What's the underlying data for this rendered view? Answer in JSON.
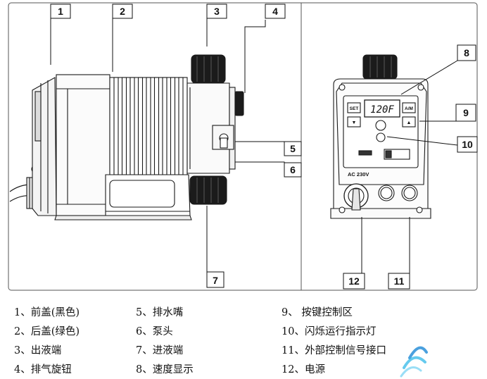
{
  "diagram": {
    "callouts": [
      "1",
      "2",
      "3",
      "4",
      "5",
      "6",
      "7",
      "8",
      "9",
      "10",
      "11",
      "12"
    ],
    "display_text": "120F",
    "keys": {
      "set": "SET",
      "am": "A/M",
      "down": "▼",
      "up": "▲"
    },
    "power_label": "AC 230V"
  },
  "legend": [
    "1、前盖(黑色)",
    "2、后盖(绿色)",
    "3、出液端",
    "4、排气旋钮",
    "5、排水嘴",
    "6、泵头",
    "7、进液端",
    "8、速度显示",
    "9、 按键控制区",
    "10、闪烁运行指示灯",
    "11、外部控制信号接口",
    "12、电源"
  ],
  "colors": {
    "line": "#1a1a1a",
    "knob": "#1b1b1b",
    "frame": "#444444"
  }
}
